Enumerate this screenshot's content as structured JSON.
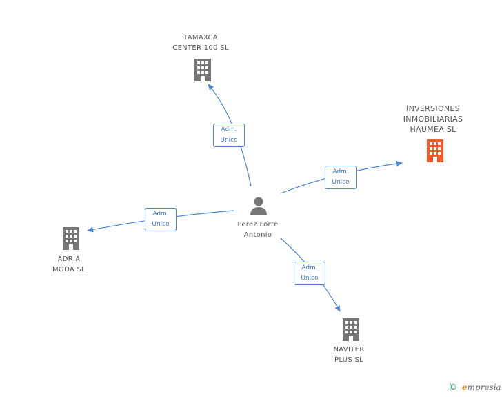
{
  "colors": {
    "edge": "#4a86d4",
    "company_icon": "#777777",
    "highlight_icon": "#f05a28",
    "person_icon": "#777777",
    "brand_green": "#2aa35a",
    "brand_orange": "#f08a1c"
  },
  "person": {
    "icon": "person-icon",
    "label": "Perez Forte\nAntonio"
  },
  "companies": {
    "tamaxca": {
      "icon": "building-icon",
      "label": "TAMAXCA\nCENTER 100 SL"
    },
    "inversiones": {
      "icon": "building-icon",
      "label": "INVERSIONES\nINMOBILIARIAS\nHAUMEA  SL",
      "highlight": true
    },
    "adria": {
      "icon": "building-icon",
      "label": "ADRIA\nMODA  SL"
    },
    "naviter": {
      "icon": "building-icon",
      "label": "NAVITER\nPLUS SL"
    }
  },
  "relations": {
    "tamaxca": {
      "line1": "Adm.",
      "line2": "Unico"
    },
    "inversiones": {
      "line1": "Adm.",
      "line2": "Unico"
    },
    "adria": {
      "line1": "Adm.",
      "line2": "Unico"
    },
    "naviter": {
      "line1": "Adm.",
      "line2": "Unico"
    }
  },
  "footer": {
    "copyright": "©",
    "brand_initial": "e",
    "brand_rest": "mpresia"
  }
}
